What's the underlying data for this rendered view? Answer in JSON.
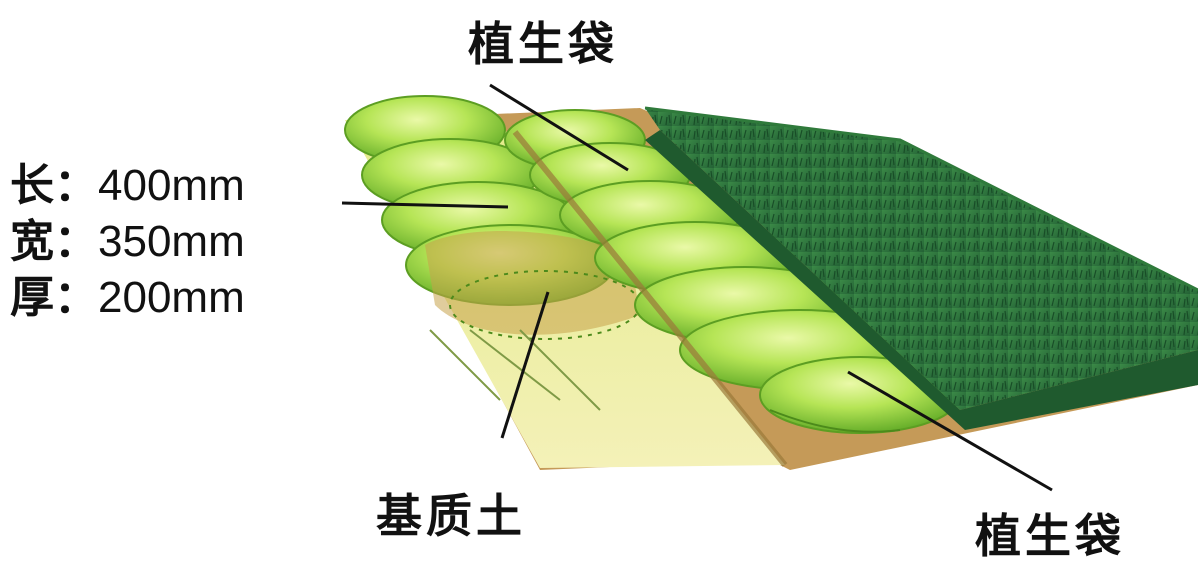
{
  "labels": {
    "top_bag": "植生袋",
    "substrate": "基质土",
    "bottom_bag": "植生袋"
  },
  "dimensions": [
    {
      "key": "长",
      "sep": "：",
      "value": "400mm"
    },
    {
      "key": "宽",
      "sep": "：",
      "value": "350mm"
    },
    {
      "key": "厚",
      "sep": "：",
      "value": "200mm"
    }
  ],
  "colors": {
    "bag_light": "#c9ef6a",
    "bag_mid": "#8fd63a",
    "bag_dark": "#4f9a1e",
    "turf": "#2f7d3f",
    "turf_dark": "#1e5a2c",
    "soil": "#b88b4a",
    "slope_ground": "#eef0a0"
  }
}
